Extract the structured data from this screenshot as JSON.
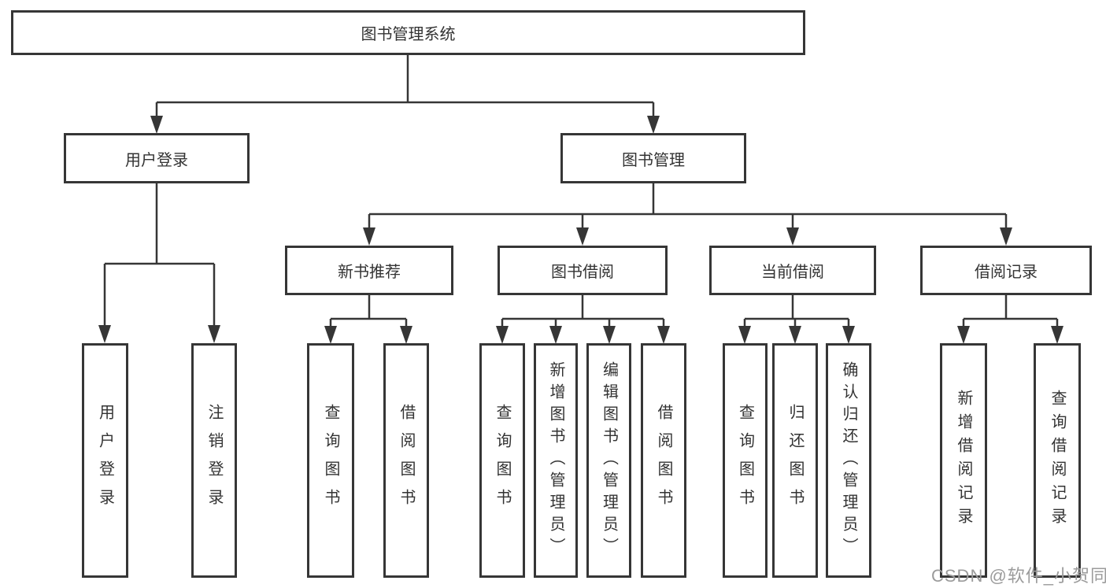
{
  "colors": {
    "line": "#363636",
    "box_border": "#363636",
    "text": "#333333",
    "watermark": "#9b9b9b",
    "background": "#ffffff"
  },
  "tree": {
    "root": "图书管理系统",
    "branches": [
      {
        "label": "用户登录",
        "children": [
          "用户登录",
          "注销登录"
        ]
      },
      {
        "label": "图书管理",
        "sections": [
          {
            "label": "新书推荐",
            "children": [
              "查询图书",
              "借阅图书"
            ]
          },
          {
            "label": "图书借阅",
            "children": [
              "查询图书",
              "新增图书（管理员）",
              "编辑图书（管理员）",
              "借阅图书"
            ]
          },
          {
            "label": "当前借阅",
            "children": [
              "查询图书",
              "归还图书",
              "确认归还（管理员）"
            ]
          },
          {
            "label": "借阅记录",
            "children": [
              "新增借阅记录",
              "查询借阅记录"
            ]
          }
        ]
      }
    ]
  },
  "watermark": {
    "text": "CSDN @软件_小贺同学"
  }
}
